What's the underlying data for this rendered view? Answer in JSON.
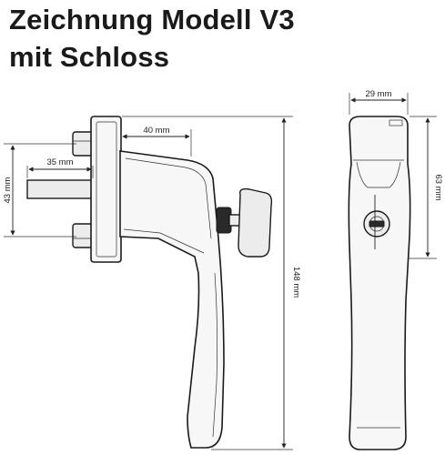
{
  "title": {
    "line1": "Zeichnung Modell V3",
    "line2": "mit Schloss"
  },
  "dimensions": {
    "width_top": "29 mm",
    "arm_length": "40 mm",
    "spindle_length": "35 mm",
    "screw_spacing": "43 mm",
    "total_height": "148 mm",
    "head_height": "63 mm"
  }
}
